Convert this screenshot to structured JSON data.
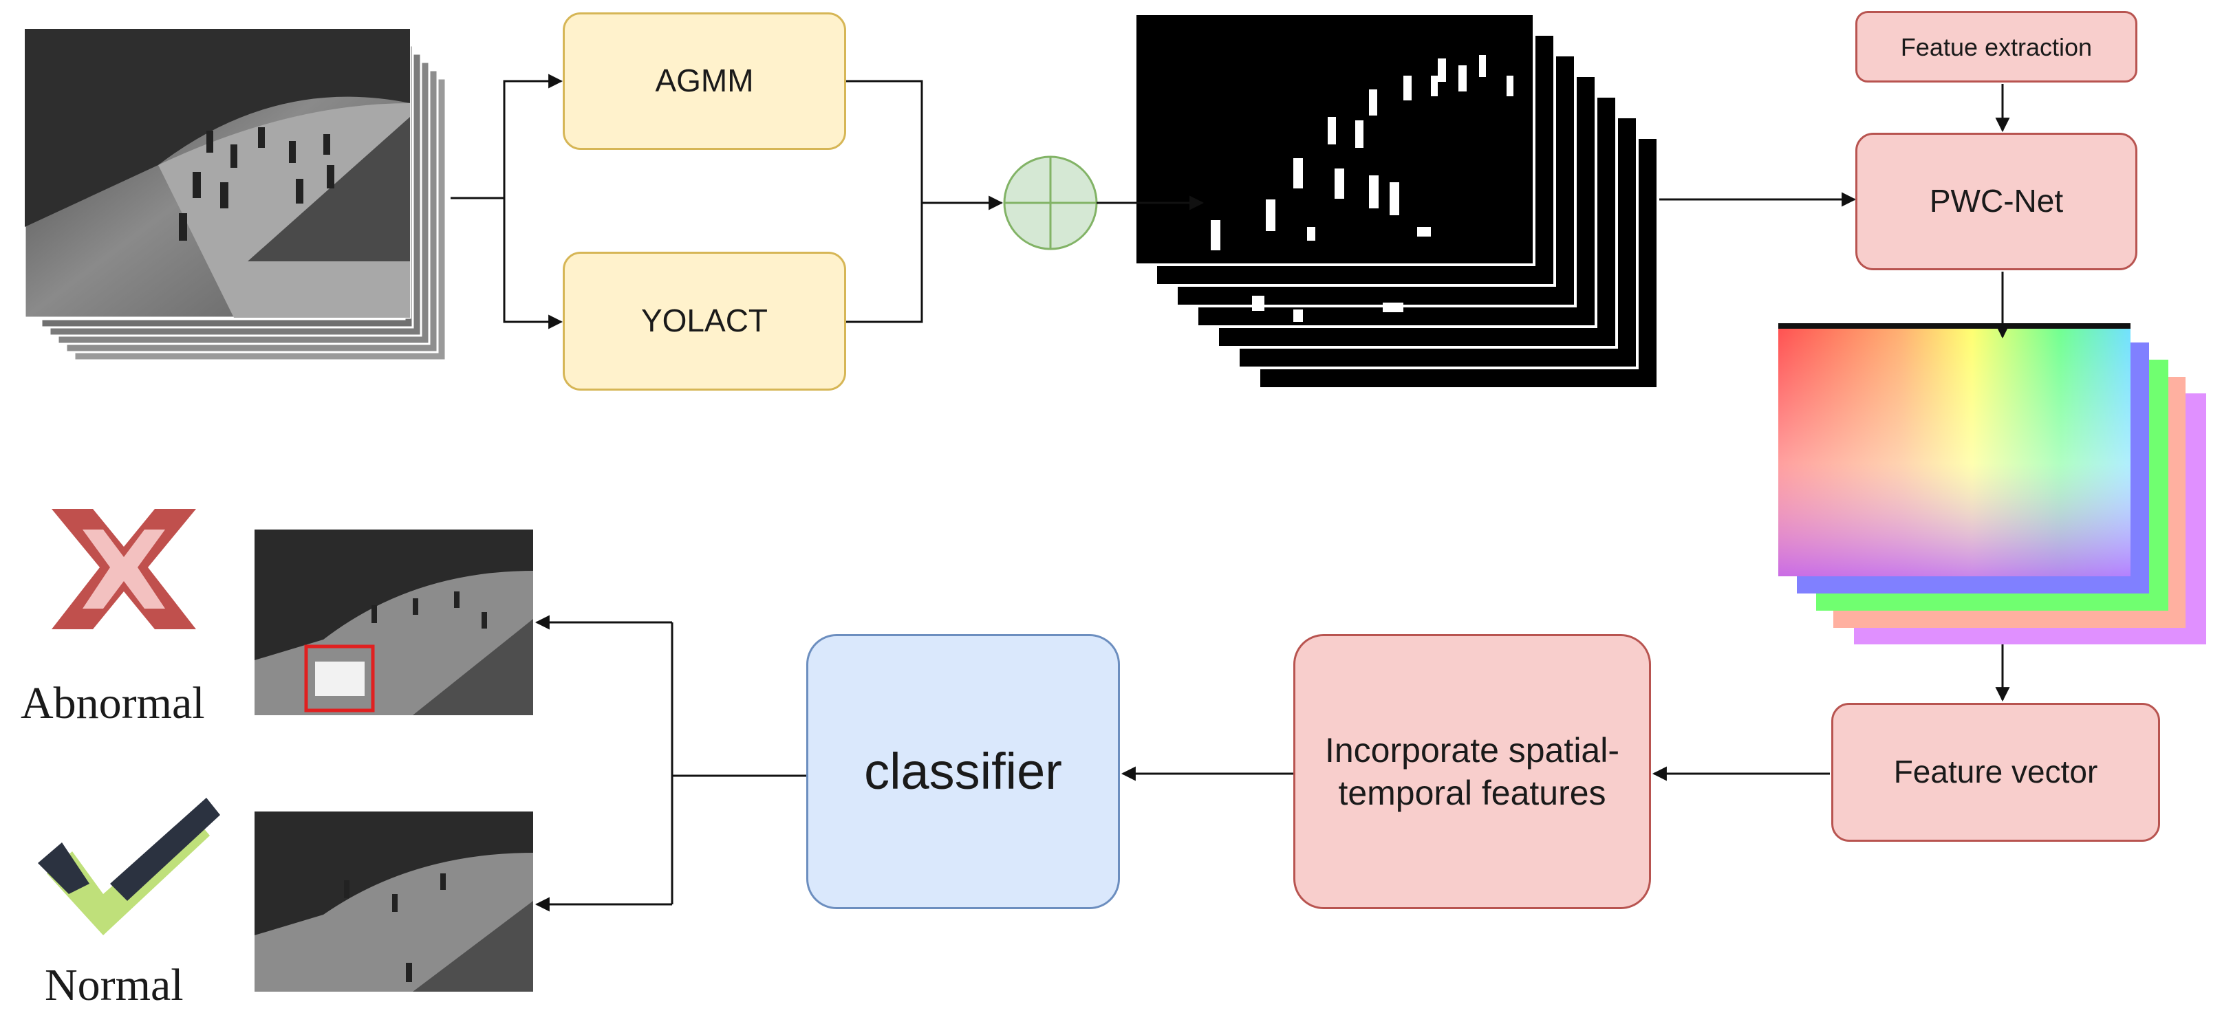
{
  "nodes": {
    "agmm": "AGMM",
    "yolact": "YOLACT",
    "feature_extraction": "Featue extraction",
    "pwc_net": "PWC-Net",
    "feature_vector": "Feature vector",
    "spatial_temporal": "Incorporate spatial-temporal features",
    "classifier": "classifier"
  },
  "outputs": {
    "abnormal": "Abnormal",
    "normal": "Normal"
  },
  "colors": {
    "yellow_fill": "#fff2cc",
    "yellow_stroke": "#d6b656",
    "red_fill": "#f8cecc",
    "red_stroke": "#b85450",
    "blue_fill": "#dae8fc",
    "blue_stroke": "#6c8ebf",
    "fusion_fill": "#d5e8d4",
    "fusion_stroke": "#82b366",
    "detection_box": "#e02020"
  },
  "icons": {
    "abnormal": "cross-icon",
    "normal": "check-icon",
    "fusion": "circle-plus-icon"
  }
}
